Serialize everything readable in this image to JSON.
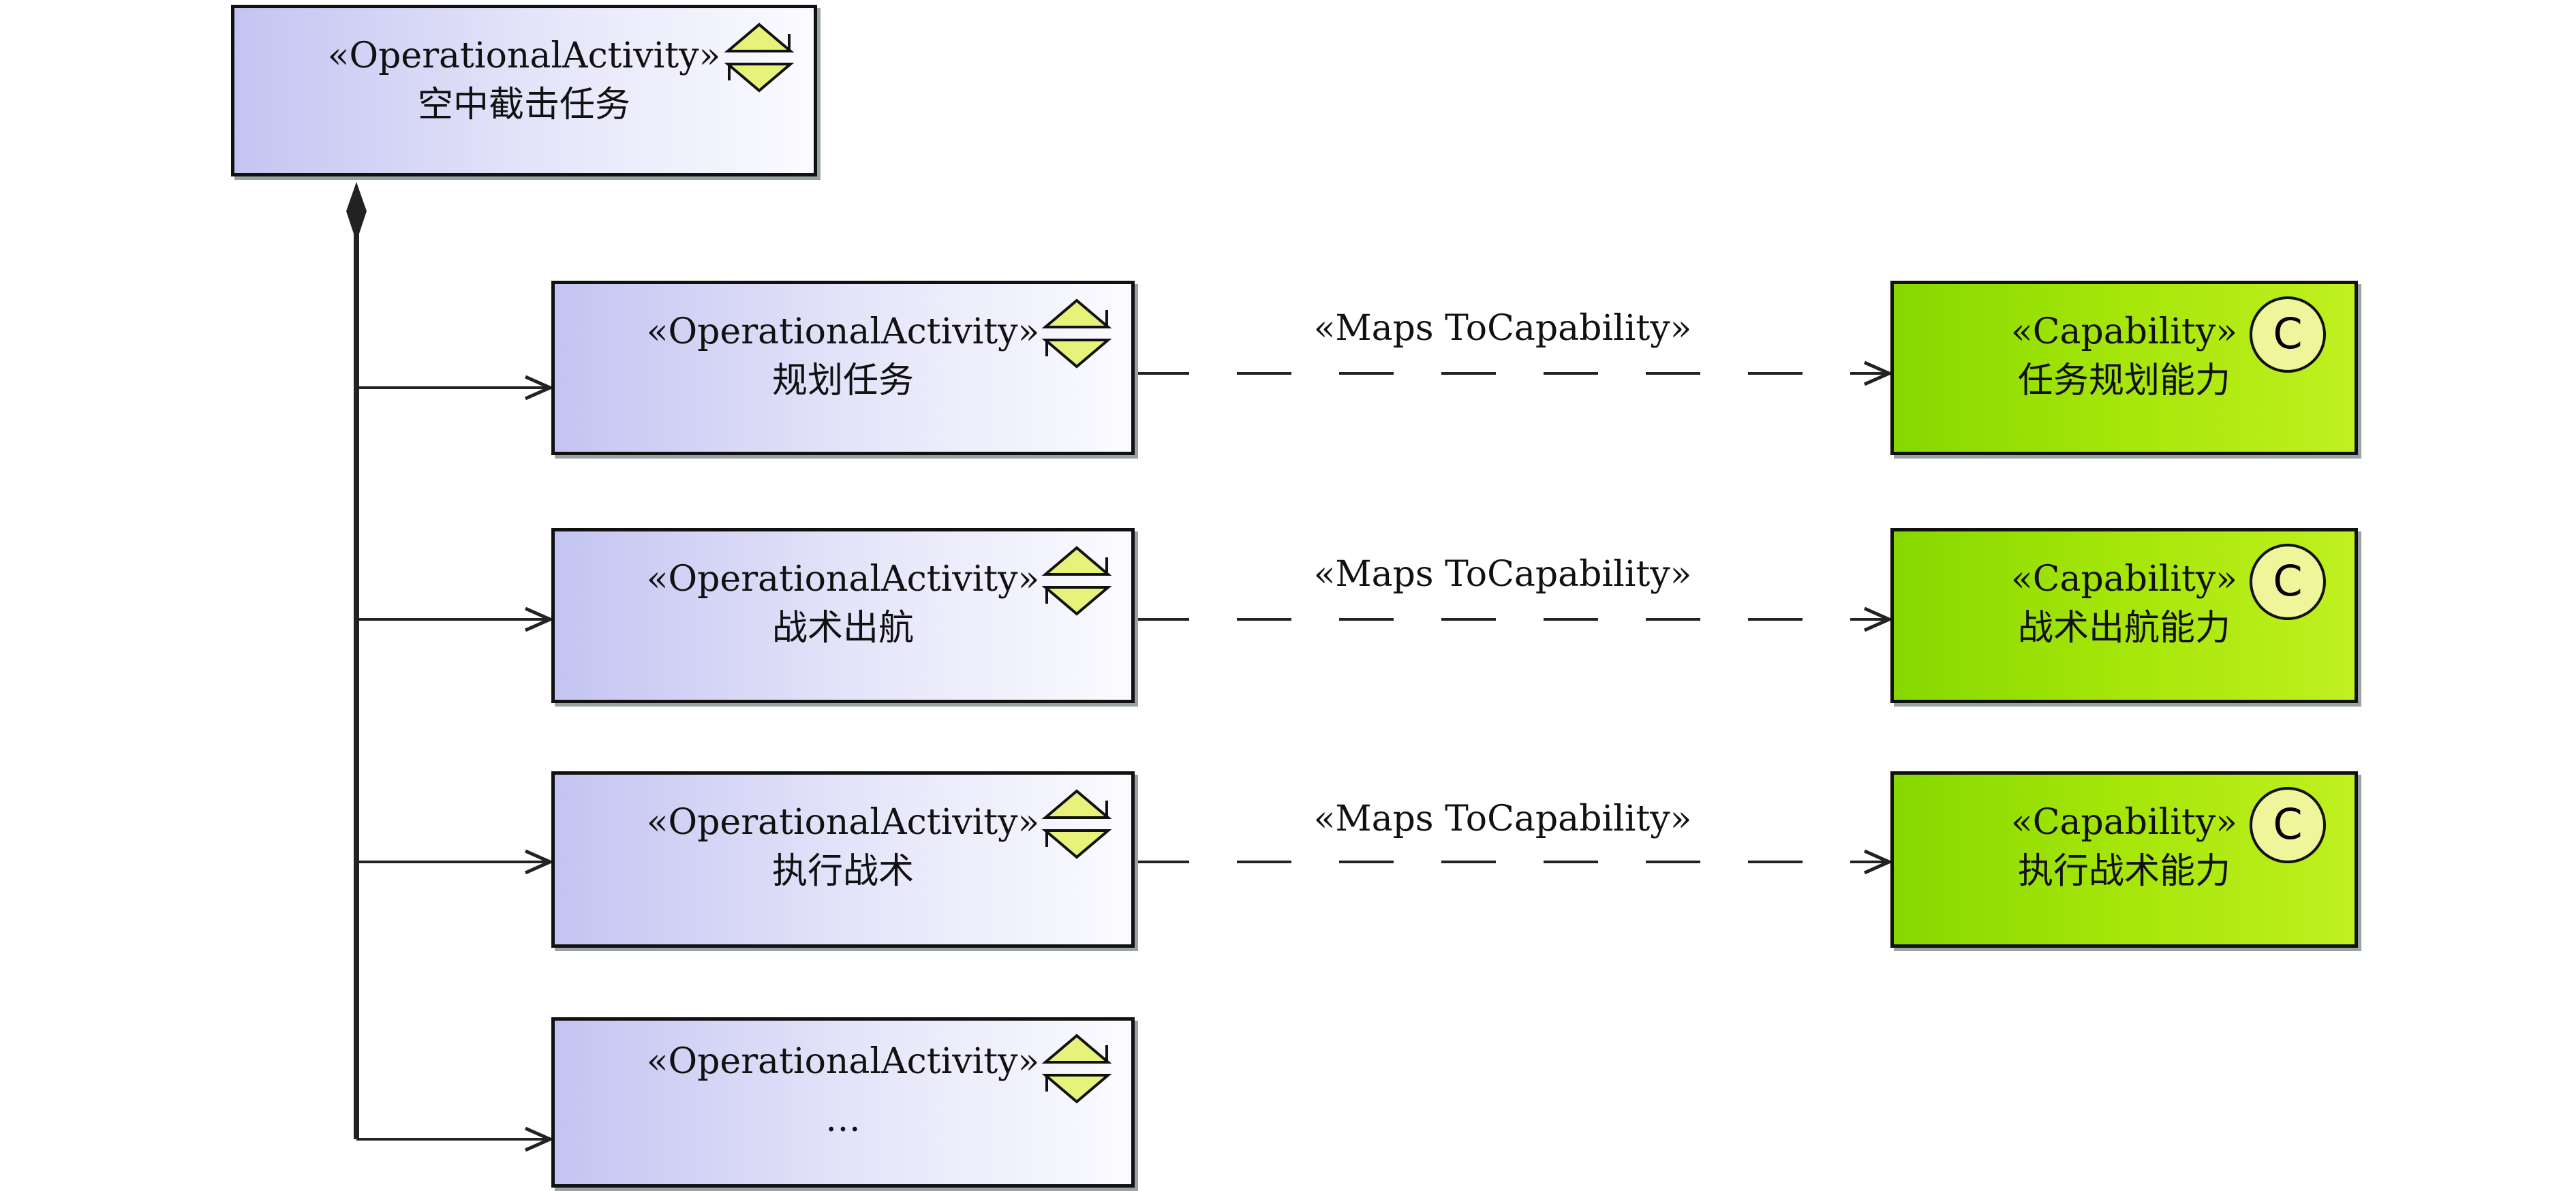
{
  "root": {
    "stereotype": "«OperationalActivity»",
    "name": "空中截击任务"
  },
  "activities": [
    {
      "stereotype": "«OperationalActivity»",
      "name": "规划任务"
    },
    {
      "stereotype": "«OperationalActivity»",
      "name": "战术出航"
    },
    {
      "stereotype": "«OperationalActivity»",
      "name": "执行战术"
    },
    {
      "stereotype": "«OperationalActivity»",
      "name": "…"
    }
  ],
  "capabilities": [
    {
      "stereotype": "«Capability»",
      "name": "任务规划能力",
      "icon_letter": "C"
    },
    {
      "stereotype": "«Capability»",
      "name": "战术出航能力",
      "icon_letter": "C"
    },
    {
      "stereotype": "«Capability»",
      "name": "执行战术能力",
      "icon_letter": "C"
    }
  ],
  "relations": [
    {
      "label": "«Maps ToCapability»"
    },
    {
      "label": "«Maps ToCapability»"
    },
    {
      "label": "«Maps ToCapability»"
    }
  ],
  "colors": {
    "activity": "#d6d6f6",
    "capability": "#a6e60a",
    "icon_fill": "#eef59a"
  }
}
